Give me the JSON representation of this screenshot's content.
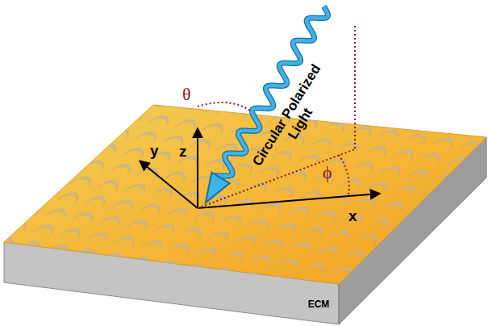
{
  "diagram": {
    "labels": [
      "z",
      "y",
      "x",
      "θ",
      "ϕ",
      "Circular Polarized Light",
      "ECM"
    ]
  }
}
